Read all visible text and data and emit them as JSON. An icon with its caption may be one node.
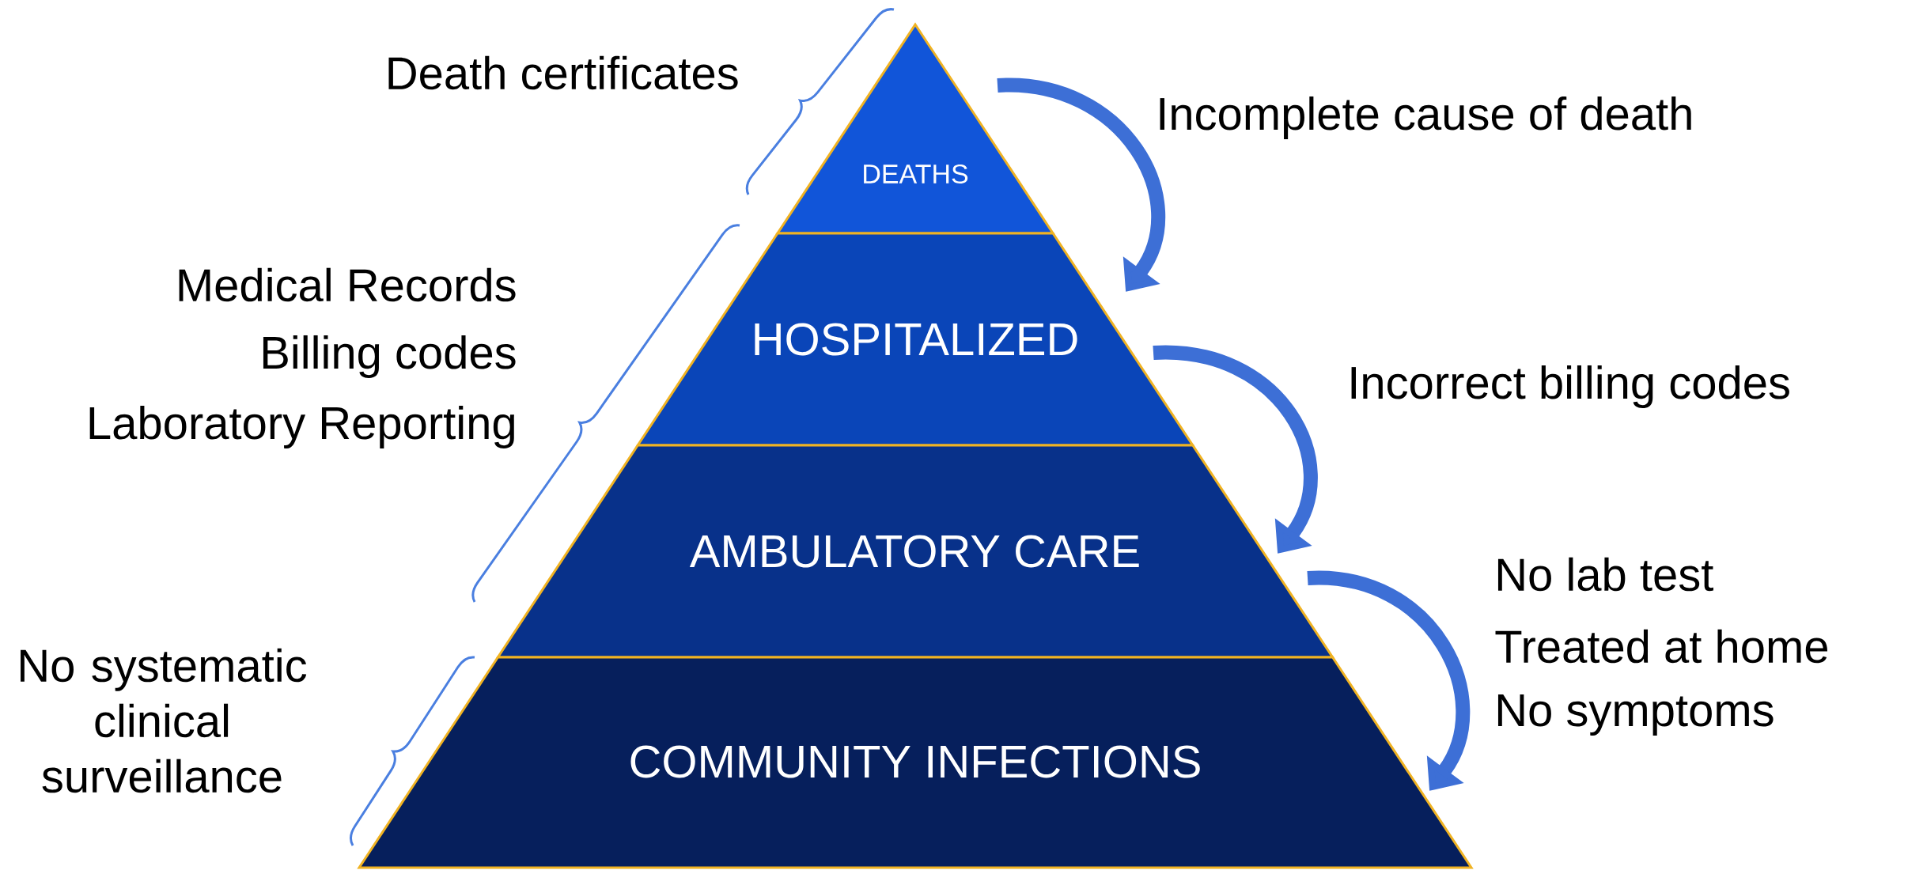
{
  "diagram": {
    "nodes": [
      {
        "text": [
          "DEATHS"
        ]
      },
      {
        "text": [
          "HOSPITALIZED"
        ]
      },
      {
        "text": [
          "AMBULATORY CARE"
        ]
      },
      {
        "text": [
          "COMMUNITY INFECTIONS"
        ]
      }
    ],
    "edges": [
      {
        "from": 0,
        "to": 1,
        "arrow": "to"
      },
      {
        "from": 1,
        "to": 2,
        "arrow": "to"
      },
      {
        "from": 2,
        "to": 3,
        "arrow": "to"
      }
    ],
    "labels": [
      "Death certificates",
      "Incomplete cause of death",
      "Medical Records",
      "Billing codes",
      "Laboratory Reporting",
      "Incorrect billing codes",
      "No lab test",
      "Treated at home",
      "No symptoms",
      "No systematic clinical surveillance"
    ]
  }
}
